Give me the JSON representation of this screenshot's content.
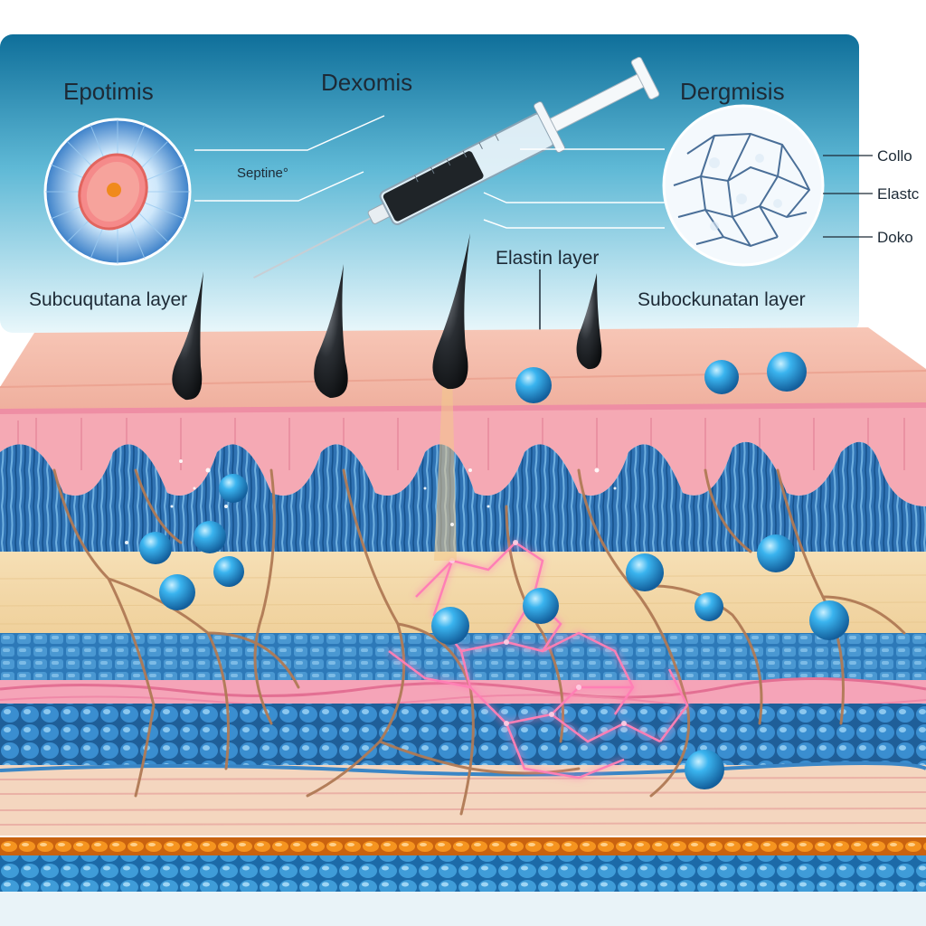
{
  "labels": {
    "top_left": "Epotimis",
    "top_center": "Dexomis",
    "top_right": "Dergmisis",
    "syringe_tag": "Septine°",
    "left_layer": "Subcuqutana layer",
    "center_layer": "Elastin layer",
    "right_layer": "Subockunatan layer",
    "callout_1": "Collo",
    "callout_2": "Elastc",
    "callout_3": "Doko"
  },
  "colors": {
    "sky_top": "#0f6f9a",
    "sky_bottom": "#e9f7fb",
    "skin_surface": "#f2b3a3",
    "dermis_pink": "#f08fa6",
    "cell_blue": "#2e7fbf",
    "fat_yellow": "#f5dcb0",
    "hyaluronic_sphere": "#2aa7e6",
    "elastin_glow": "#ff7fb5",
    "orange_band": "#f08a1c",
    "nerve_brown": "#b07a55"
  },
  "icons": [
    "syringe-icon",
    "cell-disc-icon",
    "collagen-mesh-icon",
    "hair-icon",
    "sphere-icon"
  ]
}
